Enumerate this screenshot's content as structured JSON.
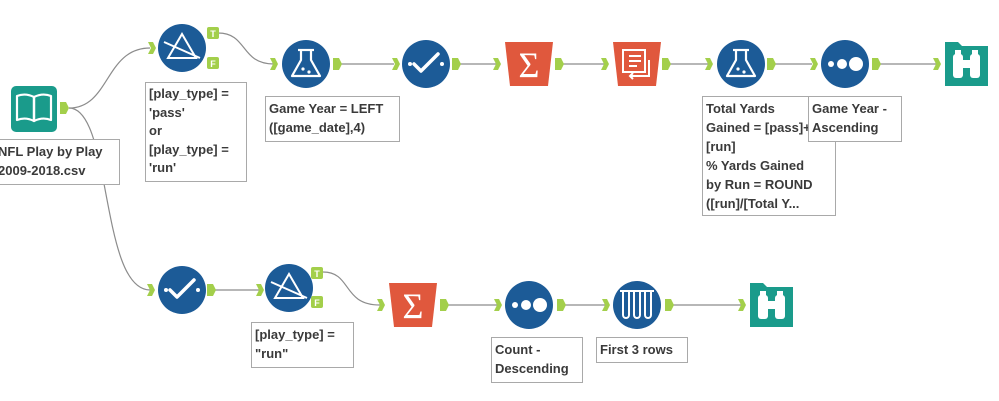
{
  "colors": {
    "connector": "#8c8c8c",
    "anchor": "#a3cf4b",
    "input_tool": "#1a9b8b",
    "preparation_tool": "#1c5b97",
    "transform_tool": "#e0583d",
    "browse_tool": "#1a9b8b"
  },
  "workflow": {
    "tools": [
      {
        "id": "input",
        "type": "input-data",
        "icon": "book-icon"
      },
      {
        "id": "filter1",
        "type": "filter",
        "icon": "filter-prism-icon"
      },
      {
        "id": "formula1",
        "type": "formula",
        "icon": "flask-icon"
      },
      {
        "id": "select1",
        "type": "select",
        "icon": "checkmark-icon"
      },
      {
        "id": "summarize1",
        "type": "summarize",
        "icon": "sigma-icon"
      },
      {
        "id": "crosstab1",
        "type": "cross-tab",
        "icon": "crosstab-icon"
      },
      {
        "id": "formula2",
        "type": "formula",
        "icon": "flask-icon"
      },
      {
        "id": "sort1",
        "type": "sort",
        "icon": "sort-dots-icon"
      },
      {
        "id": "browse1",
        "type": "browse",
        "icon": "binoculars-icon"
      },
      {
        "id": "select2",
        "type": "select",
        "icon": "checkmark-icon"
      },
      {
        "id": "filter2",
        "type": "filter",
        "icon": "filter-prism-icon"
      },
      {
        "id": "summarize2",
        "type": "summarize",
        "icon": "sigma-icon"
      },
      {
        "id": "sort2",
        "type": "sort",
        "icon": "sort-dots-icon"
      },
      {
        "id": "sample1",
        "type": "sample",
        "icon": "test-tubes-icon"
      },
      {
        "id": "browse2",
        "type": "browse",
        "icon": "binoculars-icon"
      }
    ],
    "filter_anchor_true": "T",
    "filter_anchor_false": "F",
    "annotations": {
      "input": [
        "NFL Play by Play",
        "2009-2018.csv"
      ],
      "filter1": [
        "[play_type] =",
        "'pass'",
        "or",
        "[play_type] =",
        "'run'"
      ],
      "formula1": [
        "Game Year = LEFT",
        "([game_date],4)"
      ],
      "formula2": [
        "Total Yards",
        "Gained = [pass]+",
        "[run]",
        "% Yards Gained",
        "by Run = ROUND",
        "([run]/[Total Y..."
      ],
      "sort1": [
        "Game Year -",
        "Ascending"
      ],
      "filter2": [
        "[play_type] =",
        "\"run\""
      ],
      "sort2": [
        "Count -",
        "Descending"
      ],
      "sample1": [
        "First 3 rows"
      ]
    }
  }
}
